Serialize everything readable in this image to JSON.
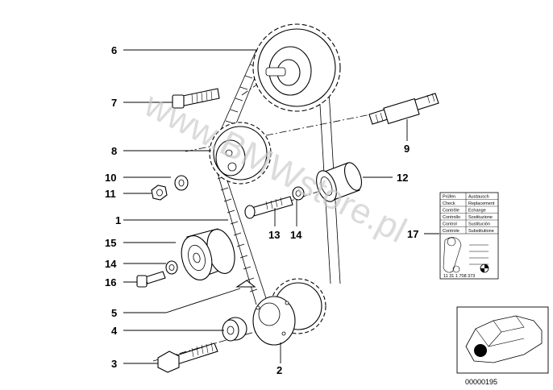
{
  "watermark": "www.BMWstore.pl",
  "callouts": [
    {
      "id": "c1",
      "label": "1"
    },
    {
      "id": "c2",
      "label": "2"
    },
    {
      "id": "c3",
      "label": "3"
    },
    {
      "id": "c4",
      "label": "4"
    },
    {
      "id": "c5",
      "label": "5"
    },
    {
      "id": "c6",
      "label": "6"
    },
    {
      "id": "c7",
      "label": "7"
    },
    {
      "id": "c8",
      "label": "8"
    },
    {
      "id": "c9",
      "label": "9"
    },
    {
      "id": "c10",
      "label": "10"
    },
    {
      "id": "c11",
      "label": "11"
    },
    {
      "id": "c12",
      "label": "12"
    },
    {
      "id": "c13",
      "label": "13"
    },
    {
      "id": "c14a",
      "label": "14"
    },
    {
      "id": "c14b",
      "label": "14"
    },
    {
      "id": "c15",
      "label": "15"
    },
    {
      "id": "c16",
      "label": "16"
    },
    {
      "id": "c17",
      "label": "17"
    }
  ],
  "label_sticker": {
    "rows": [
      [
        "Prüfen",
        "Austausch"
      ],
      [
        "Check",
        "Replacement"
      ],
      [
        "Contrôle",
        "Echange"
      ],
      [
        "Controllo",
        "Sostituzione"
      ],
      [
        "Control",
        "Sustitución"
      ],
      [
        "Controle",
        "Substitutione"
      ]
    ],
    "part_number": "11 31 1 708 373"
  },
  "thumbnail": {
    "image_code": "00000195"
  },
  "colors": {
    "line": "#000000",
    "watermark": "#c8c8c8",
    "background": "#ffffff"
  }
}
